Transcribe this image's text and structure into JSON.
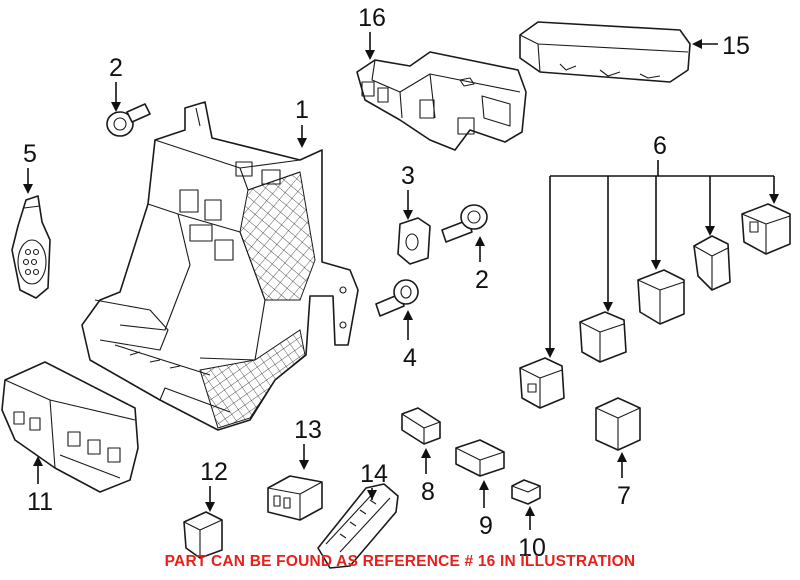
{
  "callouts": {
    "c1": "1",
    "c2a": "2",
    "c2b": "2",
    "c3": "3",
    "c4": "4",
    "c5": "5",
    "c6": "6",
    "c7": "7",
    "c8": "8",
    "c9": "9",
    "c10": "10",
    "c11": "11",
    "c12": "12",
    "c13": "13",
    "c14": "14",
    "c15": "15",
    "c16": "16"
  },
  "notice": {
    "text": "PART CAN BE FOUND AS REFERENCE # 16 IN ILLUSTRATION",
    "color": "#e8201c"
  },
  "colors": {
    "line": "#1a1a1a",
    "background": "#ffffff"
  }
}
